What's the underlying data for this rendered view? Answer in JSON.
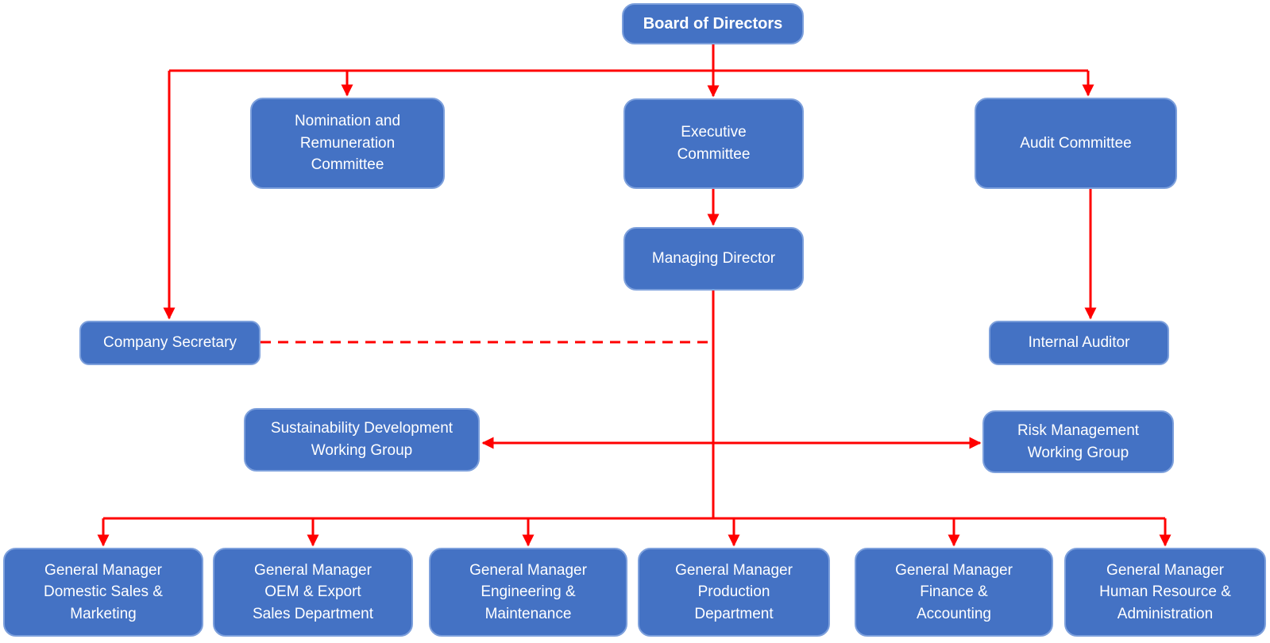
{
  "diagram": {
    "type": "org-chart",
    "colors": {
      "background": "#FFFFFF",
      "node_fill": "#4472C4",
      "node_border": "#7DA0DC",
      "node_text": "#FFFFFF",
      "connector": "#FF0000"
    },
    "nodes": {
      "board": {
        "label": "Board of Directors"
      },
      "nomination": {
        "label": "Nomination and\nRemuneration\nCommittee"
      },
      "executive": {
        "label": "Executive\nCommittee"
      },
      "audit": {
        "label": "Audit Committee"
      },
      "managing_director": {
        "label": "Managing Director"
      },
      "company_secretary": {
        "label": "Company Secretary"
      },
      "internal_auditor": {
        "label": "Internal Auditor"
      },
      "sustainability_wg": {
        "label": "Sustainability Development\nWorking Group"
      },
      "risk_wg": {
        "label": "Risk Management\nWorking Group"
      },
      "gm_domestic": {
        "label": "General Manager\nDomestic Sales &\nMarketing"
      },
      "gm_oem": {
        "label": "General Manager\nOEM & Export\nSales Department"
      },
      "gm_engineering": {
        "label": "General Manager\nEngineering &\nMaintenance"
      },
      "gm_production": {
        "label": "General Manager\nProduction\nDepartment"
      },
      "gm_finance": {
        "label": "General Manager\nFinance &\nAccounting"
      },
      "gm_hr": {
        "label": "General Manager\nHuman Resource &\nAdministration"
      }
    },
    "edges": [
      {
        "from": "board",
        "to": "nomination",
        "style": "solid-arrow"
      },
      {
        "from": "board",
        "to": "executive",
        "style": "solid-arrow"
      },
      {
        "from": "board",
        "to": "audit",
        "style": "solid-arrow"
      },
      {
        "from": "board",
        "to": "company_secretary",
        "style": "solid-arrow"
      },
      {
        "from": "executive",
        "to": "managing_director",
        "style": "solid-arrow"
      },
      {
        "from": "audit",
        "to": "internal_auditor",
        "style": "solid-arrow"
      },
      {
        "from": "company_secretary",
        "to": "managing_director",
        "style": "dashed-line"
      },
      {
        "from": "managing_director",
        "to": "sustainability_wg",
        "style": "solid-arrow"
      },
      {
        "from": "managing_director",
        "to": "risk_wg",
        "style": "solid-arrow"
      },
      {
        "from": "managing_director",
        "to": "gm_domestic",
        "style": "solid-arrow"
      },
      {
        "from": "managing_director",
        "to": "gm_oem",
        "style": "solid-arrow"
      },
      {
        "from": "managing_director",
        "to": "gm_engineering",
        "style": "solid-arrow"
      },
      {
        "from": "managing_director",
        "to": "gm_production",
        "style": "solid-arrow"
      },
      {
        "from": "managing_director",
        "to": "gm_finance",
        "style": "solid-arrow"
      },
      {
        "from": "managing_director",
        "to": "gm_hr",
        "style": "solid-arrow"
      }
    ]
  }
}
